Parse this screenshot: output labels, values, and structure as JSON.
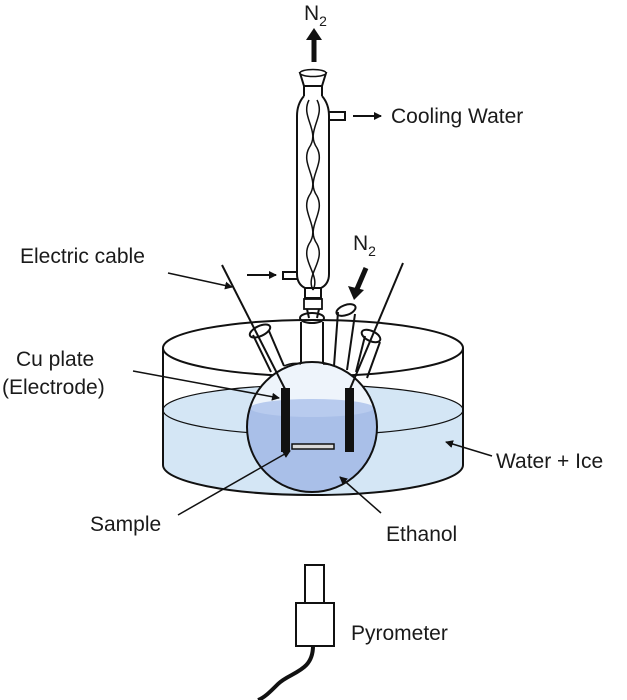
{
  "labels": {
    "n2_top_base": "N",
    "n2_top_sub": "2",
    "cooling_water": "Cooling Water",
    "electric_cable": "Electric cable",
    "n2_in_base": "N",
    "n2_in_sub": "2",
    "cu_plate_line1": "Cu plate",
    "cu_plate_line2": "(Electrode)",
    "water_ice": "Water + Ice",
    "sample": "Sample",
    "ethanol": "Ethanol",
    "pyrometer": "Pyrometer"
  },
  "colors": {
    "water_fill": "#d4e6f5",
    "ethanol_fill": "#a9bfe8",
    "electrode_fill": "#111111",
    "line": "#111111"
  }
}
